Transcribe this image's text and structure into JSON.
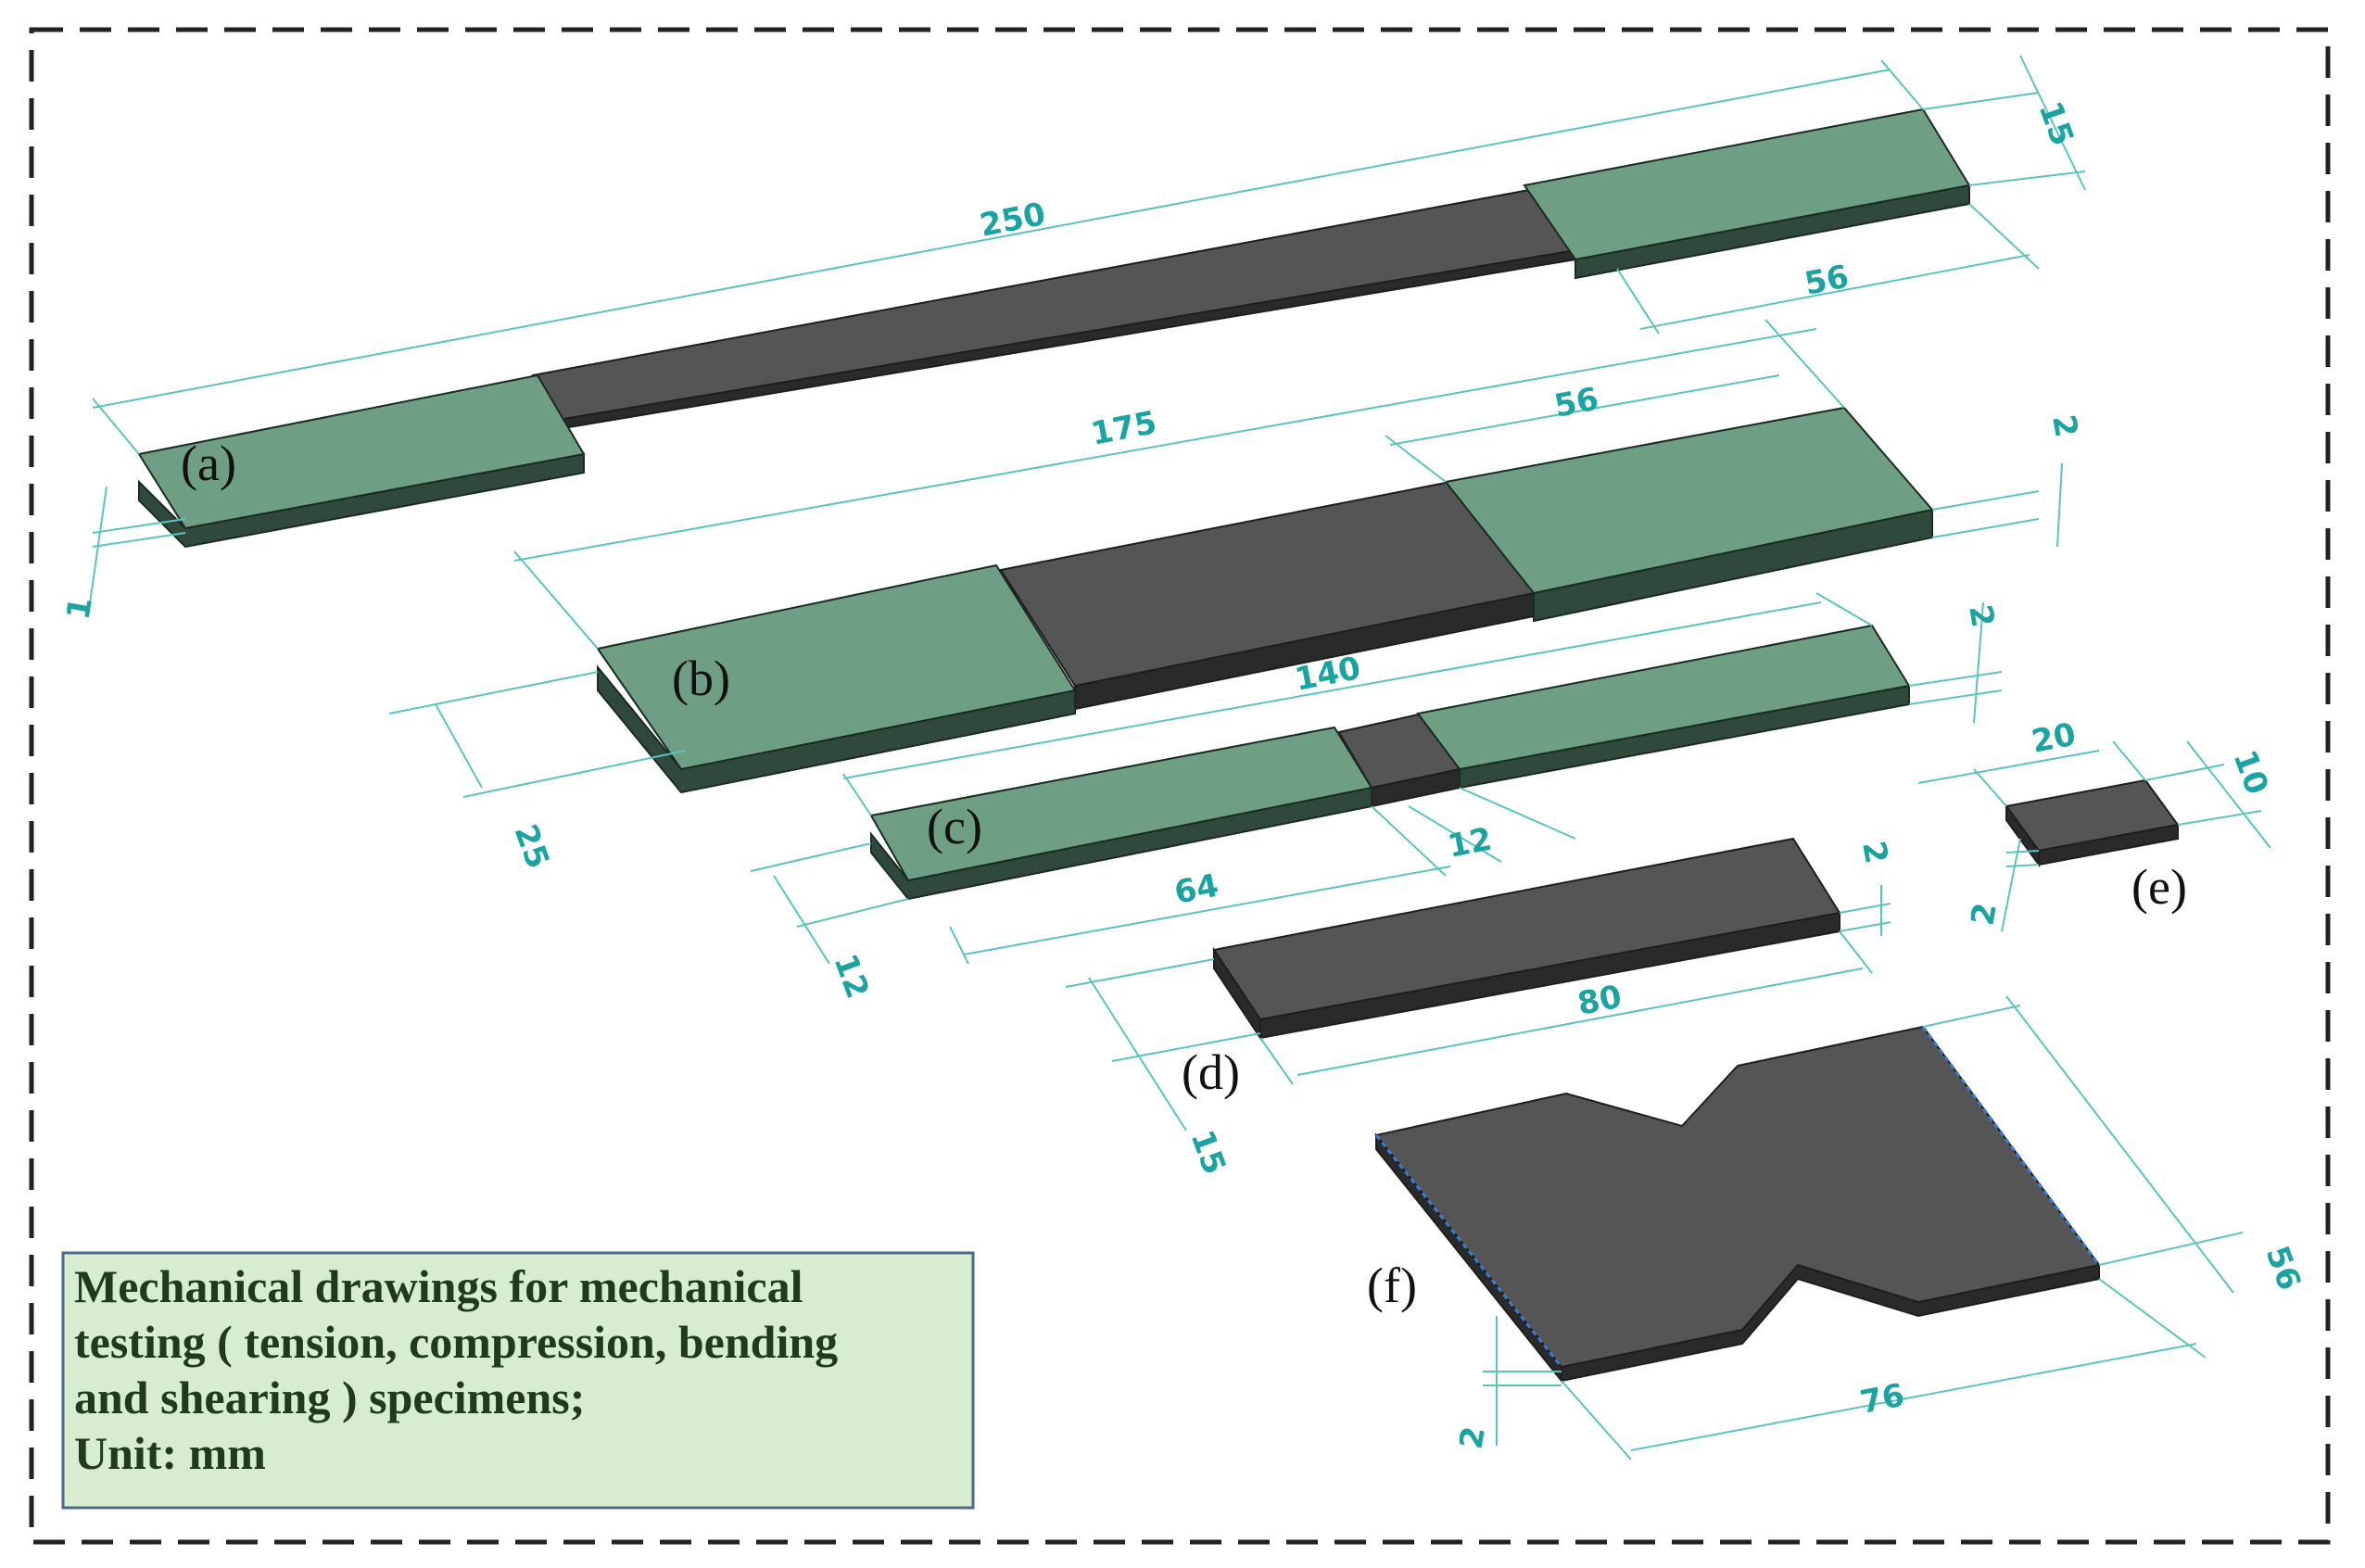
{
  "labels": {
    "a": "(a)",
    "b": "(b)",
    "c": "(c)",
    "d": "(d)",
    "e": "(e)",
    "f": "(f)"
  },
  "dimensions": {
    "a_length": "250",
    "a_grip": "56",
    "a_width": "15",
    "a_thickness": "1",
    "b_length": "175",
    "b_grip": "56",
    "b_width": "25",
    "b_thickness": "2",
    "c_length": "140",
    "c_grip": "64",
    "c_gauge": "12",
    "c_width": "12",
    "c_thickness": "2",
    "d_length": "80",
    "d_width": "15",
    "d_thickness": "2",
    "e_length": "20",
    "e_width": "10",
    "e_thickness": "2",
    "f_length": "76",
    "f_width": "56",
    "f_thickness": "2"
  },
  "caption": {
    "line1": "Mechanical drawings for mechanical",
    "line2": "testing ( tension, compression, bending",
    "line3": "and shearing ) specimens;",
    "line4": "Unit: mm"
  },
  "colors": {
    "grip": "#6e9e84",
    "body": "#555555",
    "dimension": "#1aa3a0",
    "caption_bg": "#d8ecd0",
    "frame": "#222222"
  }
}
